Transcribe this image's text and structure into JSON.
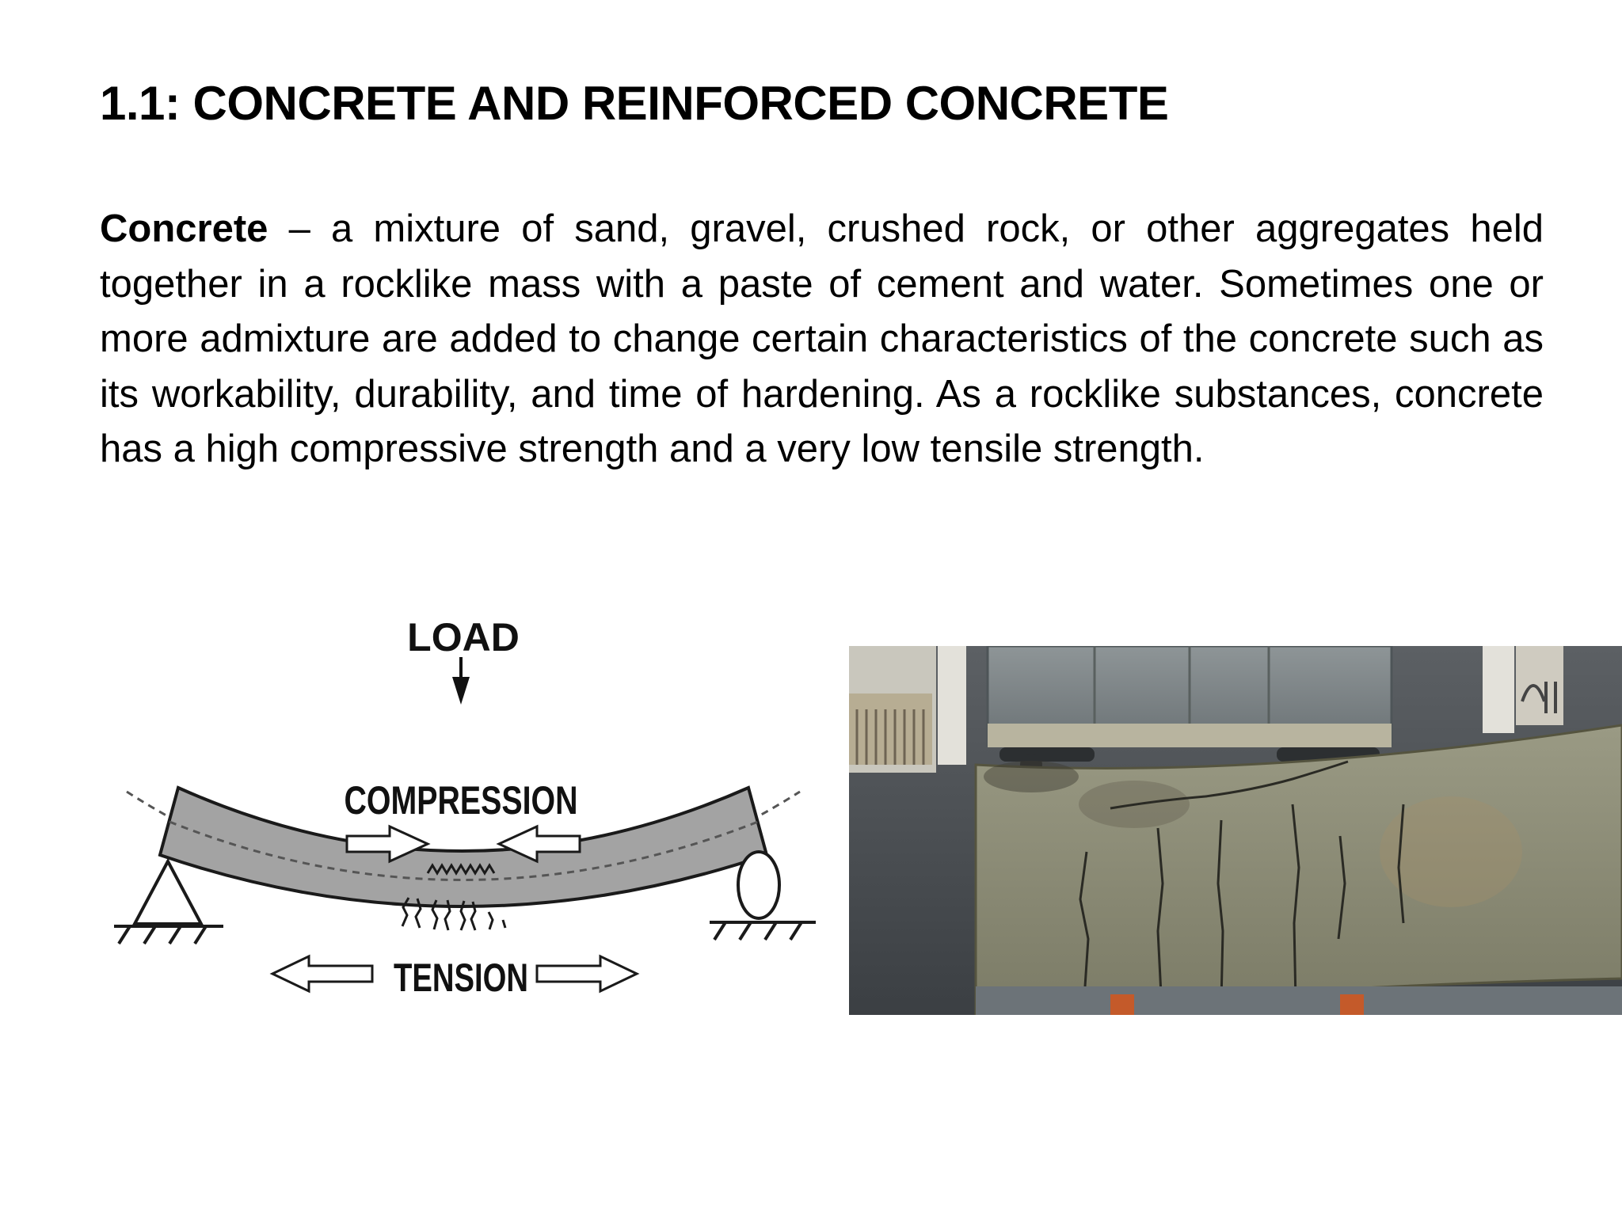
{
  "slide": {
    "title": "1.1: CONCRETE AND REINFORCED CONCRETE",
    "definition": {
      "term": "Concrete",
      "text": " – a mixture of sand, gravel, crushed rock, or other aggregates held together in a rocklike mass with a paste of cement and water. Sometimes one or more admixture are added to change certain characteristics of the concrete such as its workability, durability, and time of hardening. As a rocklike substances, concrete has a high compressive strength and a very low tensile strength."
    }
  },
  "diagram": {
    "load_label": "LOAD",
    "compression_label": "COMPRESSION",
    "tension_label": "TENSION",
    "colors": {
      "beam": "#a3a3a3",
      "outline": "#1a1a1a"
    }
  },
  "photo": {
    "colors": {
      "concrete": "#8d8d76",
      "steel": "#7a7f82",
      "background": "#4a4e52"
    }
  }
}
